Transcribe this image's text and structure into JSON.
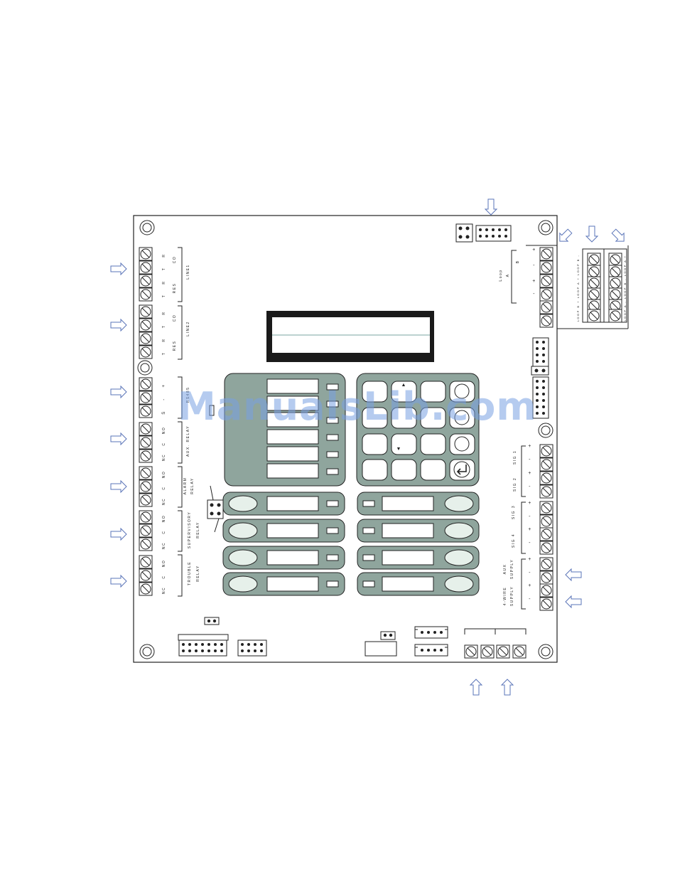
{
  "watermark": "ManualsLib.com",
  "colors": {
    "panel": "#8fa59d",
    "key": "#ffffff",
    "outline": "#222222",
    "arrow": "#5a74b8",
    "display": "#1a1a1a",
    "oval": "#e6f0ea"
  },
  "left_terminals": {
    "group1": {
      "pins": [
        "R",
        "T",
        "R",
        "T"
      ],
      "labels": [
        "RES",
        "CO"
      ],
      "name": "LINE1"
    },
    "group2": {
      "pins": [
        "R",
        "T",
        "R",
        "T"
      ],
      "labels": [
        "RES",
        "CO"
      ],
      "name": "LINE2"
    },
    "rs485": {
      "pins": [
        "S",
        "-",
        "+"
      ],
      "name": "RS485"
    },
    "aux_relay": {
      "pins": [
        "NC",
        "C",
        "NO"
      ],
      "name": "AUX. RELAY"
    },
    "alarm_relay": {
      "pins": [
        "NC",
        "C",
        "NO"
      ],
      "name": [
        "ALARM",
        "RELAY"
      ]
    },
    "supervisory_relay": {
      "pins": [
        "NC",
        "C",
        "NO"
      ],
      "name": [
        "SUPERVISORY",
        "RELAY"
      ]
    },
    "trouble_relay": {
      "pins": [
        "NC",
        "C",
        "NO"
      ],
      "name": [
        "TROUBLE",
        "RELAY"
      ]
    }
  },
  "right_terminals": {
    "loop": {
      "name": [
        "Loop",
        "A",
        "B"
      ],
      "signs": [
        "+",
        "-",
        "+",
        "-"
      ]
    },
    "sig1": {
      "name": "SIG 1",
      "signs": [
        "+",
        "-"
      ]
    },
    "sig2": {
      "name": "SIG 2",
      "signs": [
        "+",
        "-"
      ]
    },
    "sig3": {
      "name": "SIG 3",
      "signs": [
        "+",
        "-"
      ]
    },
    "sig4": {
      "name": "SIG 4",
      "signs": [
        "+",
        "-"
      ]
    },
    "aux_supply": {
      "name": [
        "AUX",
        "SUPPLY"
      ],
      "signs": [
        "+",
        "-"
      ]
    },
    "four_wire_supply": {
      "name": [
        "4-WIRE",
        "SUPPLY"
      ],
      "signs": [
        "+",
        "-"
      ]
    }
  },
  "loop_expansion": {
    "labels": [
      "LOOP B +",
      "LOOP A +",
      "LOOP B -",
      "LOOP A -",
      "LOOP B -",
      "LOOP A +"
    ]
  },
  "keypad": {
    "arrow_up": "▲",
    "arrow_down": "▼",
    "enter_icon": "enter-icon"
  }
}
